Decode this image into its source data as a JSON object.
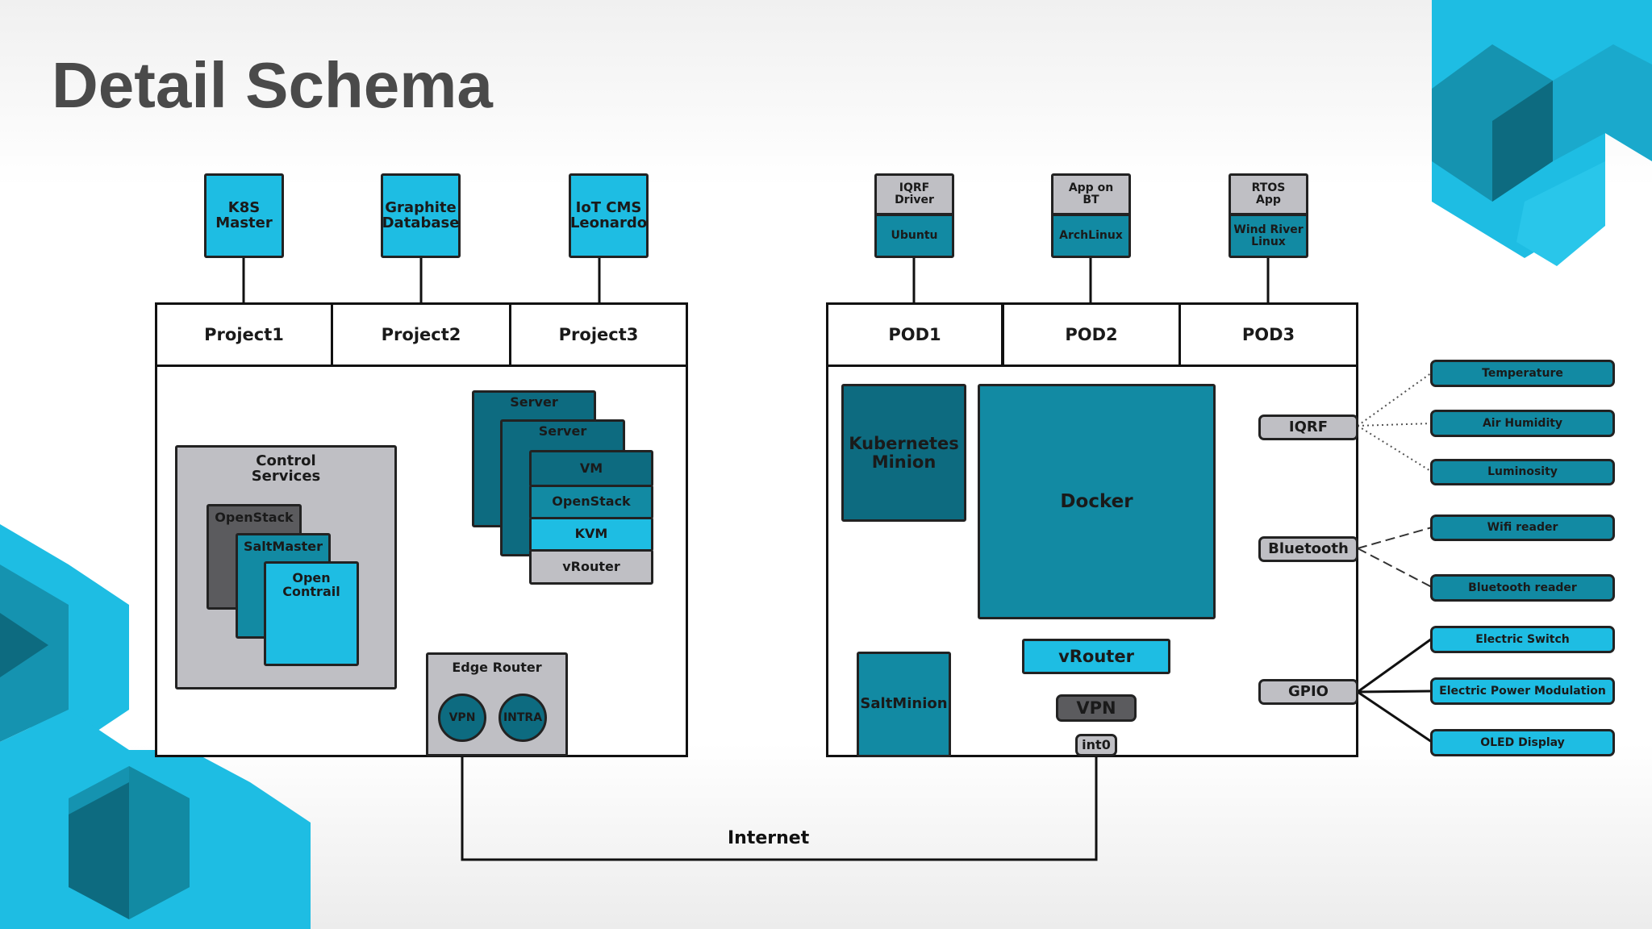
{
  "title": "Detail Schema",
  "colors": {
    "bright_cyan": "#1ebde3",
    "teal": "#128aa3",
    "dark_teal": "#0d6b80",
    "gray": "#bfbfc4",
    "dark_gray": "#5b5b5e",
    "title_text": "#4a4a4a"
  },
  "left": {
    "top_nodes": {
      "k8s_master": "K8S\nMaster",
      "graphite_database": "Graphite\nDatabase",
      "iot_cms": "IoT CMS\nLeonardo"
    },
    "projects": [
      "Project1",
      "Project2",
      "Project3"
    ],
    "control_services": {
      "label": "Control\nServices",
      "openstack": "OpenStack",
      "saltmaster": "SaltMaster",
      "open_contrail": "Open\nContrail"
    },
    "server_stack": {
      "server_back": "Server",
      "server_front": "Server",
      "vm": "VM",
      "openstack": "OpenStack",
      "kvm": "KVM",
      "vrouter": "vRouter"
    },
    "edge_router": {
      "label": "Edge Router",
      "vpn": "VPN",
      "intra": "INTRA"
    }
  },
  "right": {
    "top_nodes": {
      "pod1": {
        "app": "IQRF\nDriver",
        "os": "Ubuntu"
      },
      "pod2": {
        "app": "App on\nBT",
        "os": "ArchLinux"
      },
      "pod3": {
        "app": "RTOS\nApp",
        "os": "Wind River\nLinux"
      }
    },
    "pods": [
      "POD1",
      "POD2",
      "POD3"
    ],
    "kubernetes_minion": "Kubernetes\nMinion",
    "docker": "Docker",
    "vrouter": "vRouter",
    "vpn": "VPN",
    "int0": "int0",
    "saltminion": "SaltMinion",
    "iqrf": "IQRF",
    "bluetooth": "Bluetooth",
    "gpio": "GPIO"
  },
  "devices": {
    "temperature": "Temperature",
    "air_humidity": "Air Humidity",
    "luminosity": "Luminosity",
    "wifi_reader": "Wifi reader",
    "bluetooth_reader": "Bluetooth reader",
    "electric_switch": "Electric Switch",
    "electric_power_modulation": "Electric Power Modulation",
    "oled_display": "OLED Display"
  },
  "internet": "Internet"
}
